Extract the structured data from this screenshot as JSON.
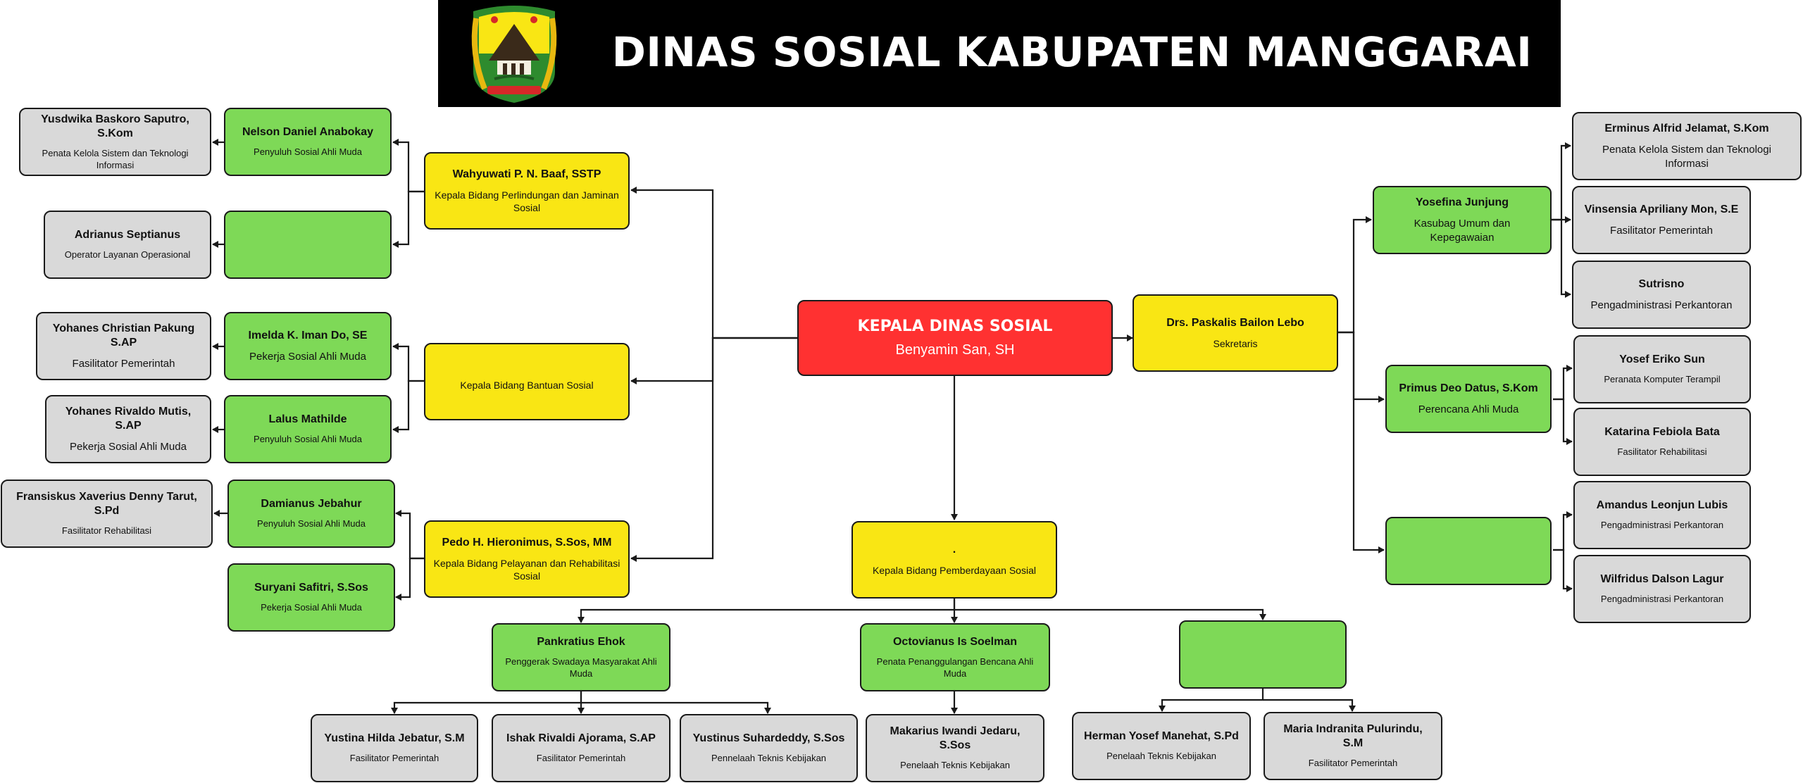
{
  "header": {
    "title": "DINAS SOSIAL KABUPATEN MANGGARAI",
    "logo_colors": {
      "shield": "#f9e614",
      "land": "#2e8b2e",
      "ribbon": "#d62828"
    }
  },
  "colors": {
    "gray": "#d9d9d9",
    "green": "#7ed957",
    "yellow": "#f9e614",
    "red": "#ff3131",
    "line": "#1a1a1a"
  },
  "nodes": {
    "kepala": {
      "name": "KEPALA DINAS SOSIAL",
      "role": "Benyamin San, SH"
    },
    "sekretaris": {
      "name": "Drs. Paskalis Bailon Lebo",
      "role": "Sekretaris"
    },
    "kabid_perlindungan": {
      "name": "Wahyuwati P. N. Baaf, SSTP",
      "role": "Kepala Bidang Perlindungan dan Jaminan Sosial"
    },
    "kabid_bantuan": {
      "name": "",
      "role": "Kepala Bidang Bantuan Sosial"
    },
    "kabid_pelayanan": {
      "name": "Pedo H. Hieronimus, S.Sos, MM",
      "role": "Kepala Bidang Pelayanan dan Rehabilitasi Sosial"
    },
    "kabid_pemberdayaan": {
      "name": ".",
      "role": "Kepala Bidang Pemberdayaan Sosial"
    },
    "nelson": {
      "name": "Nelson Daniel Anabokay",
      "role": "Penyuluh Sosial Ahli Muda"
    },
    "perlindungan_empty": {
      "name": "",
      "role": ""
    },
    "yusdwika": {
      "name": "Yusdwika Baskoro Saputro, S.Kom",
      "role": "Penata Kelola Sistem dan Teknologi Informasi"
    },
    "adrianus": {
      "name": "Adrianus Septianus",
      "role": "Operator Layanan Operasional"
    },
    "imelda": {
      "name": "Imelda K. Iman Do, SE",
      "role": "Pekerja Sosial Ahli Muda"
    },
    "lalus": {
      "name": "Lalus Mathilde",
      "role": "Penyuluh Sosial Ahli Muda"
    },
    "yohanes_c": {
      "name": "Yohanes Christian Pakung S.AP",
      "role": "Fasilitator Pemerintah"
    },
    "yohanes_r": {
      "name": "Yohanes Rivaldo Mutis, S.AP",
      "role": "Pekerja Sosial Ahli Muda"
    },
    "damianus": {
      "name": "Damianus Jebahur",
      "role": "Penyuluh Sosial Ahli Muda"
    },
    "suryani": {
      "name": "Suryani  Safitri, S.Sos",
      "role": "Pekerja Sosial Ahli Muda"
    },
    "fransiskus": {
      "name": "Fransiskus Xaverius Denny Tarut, S.Pd",
      "role": "Fasilitator Rehabilitasi"
    },
    "yosefina": {
      "name": "Yosefina Junjung",
      "role": "Kasubag Umum dan Kepegawaian"
    },
    "primus": {
      "name": "Primus Deo Datus, S.Kom",
      "role": "Perencana Ahli Muda"
    },
    "sekretariat_empty": {
      "name": "",
      "role": ""
    },
    "erminus": {
      "name": "Erminus Alfrid Jelamat, S.Kom",
      "role": "Penata Kelola Sistem dan Teknologi Informasi"
    },
    "vinsensia": {
      "name": "Vinsensia Apriliany Mon, S.E",
      "role": "Fasilitator Pemerintah"
    },
    "sutrisno": {
      "name": "Sutrisno",
      "role": "Pengadministrasi Perkantoran"
    },
    "yosef": {
      "name": "Yosef Eriko Sun",
      "role": "Peranata Komputer Terampil"
    },
    "katarina": {
      "name": "Katarina Febiola Bata",
      "role": "Fasilitator Rehabilitasi"
    },
    "amandus": {
      "name": "Amandus Leonjun Lubis",
      "role": "Pengadministrasi Perkantoran"
    },
    "wilfridus": {
      "name": "Wilfridus Dalson Lagur",
      "role": "Pengadministrasi Perkantoran"
    },
    "pankratius": {
      "name": "Pankratius Ehok",
      "role": "Penggerak Swadaya Masyarakat Ahli Muda"
    },
    "octovianus": {
      "name": "Octovianus Is Soelman",
      "role": "Penata Penanggulangan Bencana Ahli Muda"
    },
    "pemberdayaan_empty": {
      "name": "",
      "role": ""
    },
    "yustina": {
      "name": "Yustina Hilda Jebatur, S.M",
      "role": "Fasilitator Pemerintah"
    },
    "ishak": {
      "name": "Ishak Rivaldi Ajorama, S.AP",
      "role": "Fasilitator Pemerintah"
    },
    "yustinus": {
      "name": "Yustinus Suhardeddy, S.Sos",
      "role": "Pennelaah Teknis Kebijakan"
    },
    "makarius": {
      "name": "Makarius Iwandi Jedaru, S.Sos",
      "role": "Penelaah Teknis Kebijakan"
    },
    "herman": {
      "name": "Herman Yosef Manehat, S.Pd",
      "role": "Penelaah Teknis Kebijakan"
    },
    "maria": {
      "name": "Maria Indranita Pulurindu, S.M",
      "role": "Fasilitator Pemerintah"
    }
  }
}
